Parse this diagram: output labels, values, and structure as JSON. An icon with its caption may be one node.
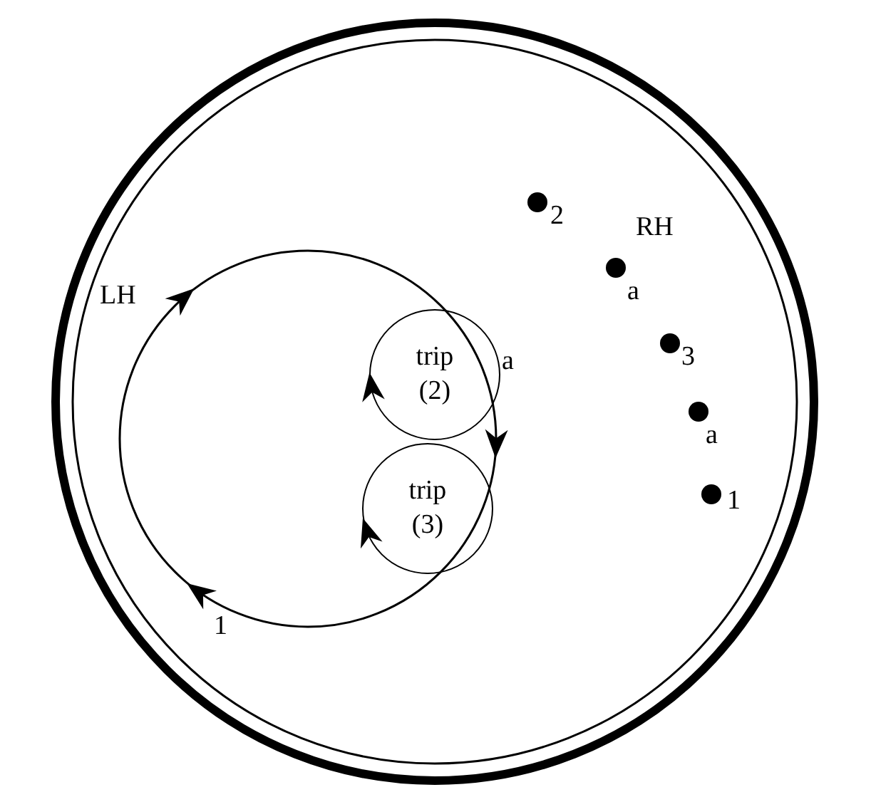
{
  "diagram": {
    "nodes": [
      {
        "text": [],
        "shape": "circle"
      },
      {
        "text": [
          "trip (2)"
        ],
        "in": 0
      },
      {
        "text": [
          "trip (3)"
        ],
        "in": 0
      }
    ],
    "labels": [
      "2",
      "RH",
      "a",
      "LH",
      "3",
      "a",
      "a",
      "1",
      "1"
    ]
  }
}
